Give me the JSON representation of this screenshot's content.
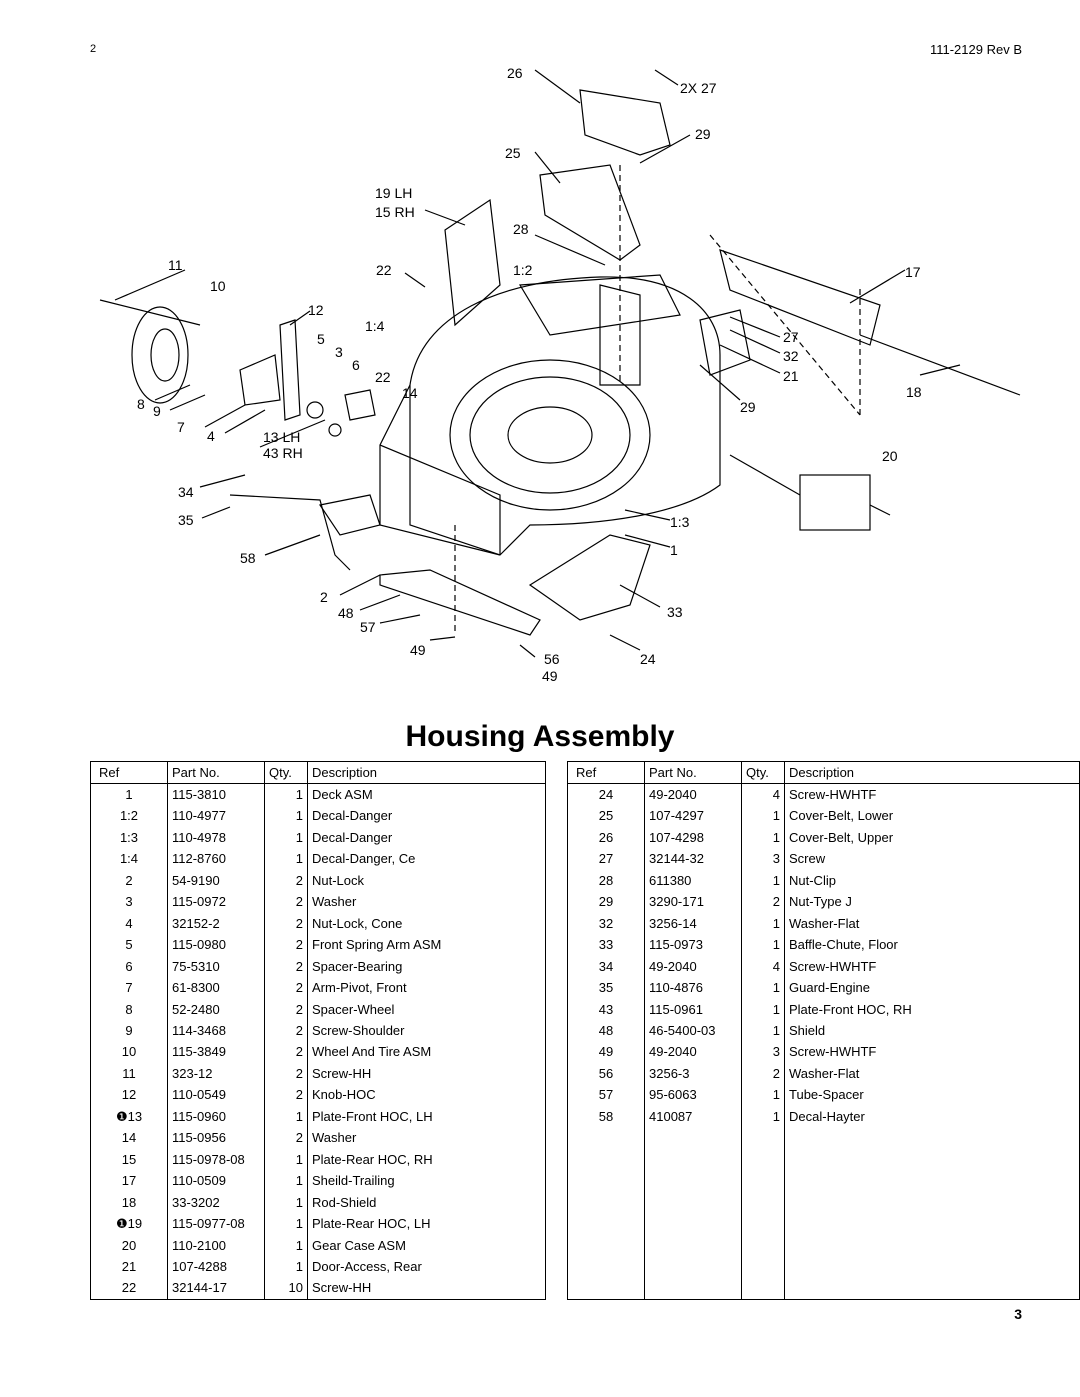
{
  "header": {
    "page_number": "2",
    "doc_id": "111-2129  Rev B"
  },
  "diagram": {
    "callouts": [
      "26",
      "2X 27",
      "29",
      "25",
      "19 LH",
      "15 RH",
      "28",
      "1:2",
      "17",
      "11",
      "10",
      "22",
      "12",
      "1:4",
      "5",
      "3",
      "6",
      "22",
      "14",
      "27",
      "32",
      "21",
      "18",
      "8",
      "9",
      "29",
      "7",
      "4",
      "13 LH",
      "43 RH",
      "20",
      "34",
      "35",
      "1:3",
      "1",
      "58",
      "2",
      "48",
      "57",
      "33",
      "49",
      "56",
      "24",
      "49"
    ]
  },
  "title": "Housing Assembly",
  "table": {
    "headers": [
      "Ref",
      "Part No.",
      "Qty.",
      "Description"
    ],
    "left_rows": [
      [
        "1",
        "115-3810",
        "1",
        "Deck ASM"
      ],
      [
        "1:2",
        "110-4977",
        "1",
        "Decal-Danger"
      ],
      [
        "1:3",
        "110-4978",
        "1",
        "Decal-Danger"
      ],
      [
        "1:4",
        "112-8760",
        "1",
        "Decal-Danger, Ce"
      ],
      [
        "2",
        "54-9190",
        "2",
        "Nut-Lock"
      ],
      [
        "3",
        "115-0972",
        "2",
        "Washer"
      ],
      [
        "4",
        "32152-2",
        "2",
        "Nut-Lock, Cone"
      ],
      [
        "5",
        "115-0980",
        "2",
        "Front Spring Arm ASM"
      ],
      [
        "6",
        "75-5310",
        "2",
        "Spacer-Bearing"
      ],
      [
        "7",
        "61-8300",
        "2",
        "Arm-Pivot, Front"
      ],
      [
        "8",
        "52-2480",
        "2",
        "Spacer-Wheel"
      ],
      [
        "9",
        "114-3468",
        "2",
        "Screw-Shoulder"
      ],
      [
        "10",
        "115-3849",
        "2",
        "Wheel And Tire ASM"
      ],
      [
        "11",
        "323-12",
        "2",
        "Screw-HH"
      ],
      [
        "12",
        "110-0549",
        "2",
        "Knob-HOC"
      ],
      [
        "❶13",
        "115-0960",
        "1",
        "Plate-Front HOC, LH"
      ],
      [
        "14",
        "115-0956",
        "2",
        "Washer"
      ],
      [
        "15",
        "115-0978-08",
        "1",
        "Plate-Rear HOC, RH"
      ],
      [
        "17",
        "110-0509",
        "1",
        "Sheild-Trailing"
      ],
      [
        "18",
        "33-3202",
        "1",
        "Rod-Shield"
      ],
      [
        "❶19",
        "115-0977-08",
        "1",
        "Plate-Rear HOC, LH"
      ],
      [
        "20",
        "110-2100",
        "1",
        "Gear Case ASM"
      ],
      [
        "21",
        "107-4288",
        "1",
        "Door-Access, Rear"
      ],
      [
        "22",
        "32144-17",
        "10",
        "Screw-HH"
      ]
    ],
    "right_rows": [
      [
        "24",
        "49-2040",
        "4",
        "Screw-HWHTF"
      ],
      [
        "25",
        "107-4297",
        "1",
        "Cover-Belt, Lower"
      ],
      [
        "26",
        "107-4298",
        "1",
        "Cover-Belt, Upper"
      ],
      [
        "27",
        "32144-32",
        "3",
        "Screw"
      ],
      [
        "28",
        "611380",
        "1",
        "Nut-Clip"
      ],
      [
        "29",
        "3290-171",
        "2",
        "Nut-Type J"
      ],
      [
        "32",
        "3256-14",
        "1",
        "Washer-Flat"
      ],
      [
        "33",
        "115-0973",
        "1",
        "Baffle-Chute, Floor"
      ],
      [
        "34",
        "49-2040",
        "4",
        "Screw-HWHTF"
      ],
      [
        "35",
        "110-4876",
        "1",
        "Guard-Engine"
      ],
      [
        "43",
        "115-0961",
        "1",
        "Plate-Front HOC, RH"
      ],
      [
        "48",
        "46-5400-03",
        "1",
        "Shield"
      ],
      [
        "49",
        "49-2040",
        "3",
        "Screw-HWHTF"
      ],
      [
        "56",
        "3256-3",
        "2",
        "Washer-Flat"
      ],
      [
        "57",
        "95-6063",
        "1",
        "Tube-Spacer"
      ],
      [
        "58",
        "410087",
        "1",
        "Decal-Hayter"
      ]
    ]
  },
  "footer": {
    "page_number": "3"
  }
}
